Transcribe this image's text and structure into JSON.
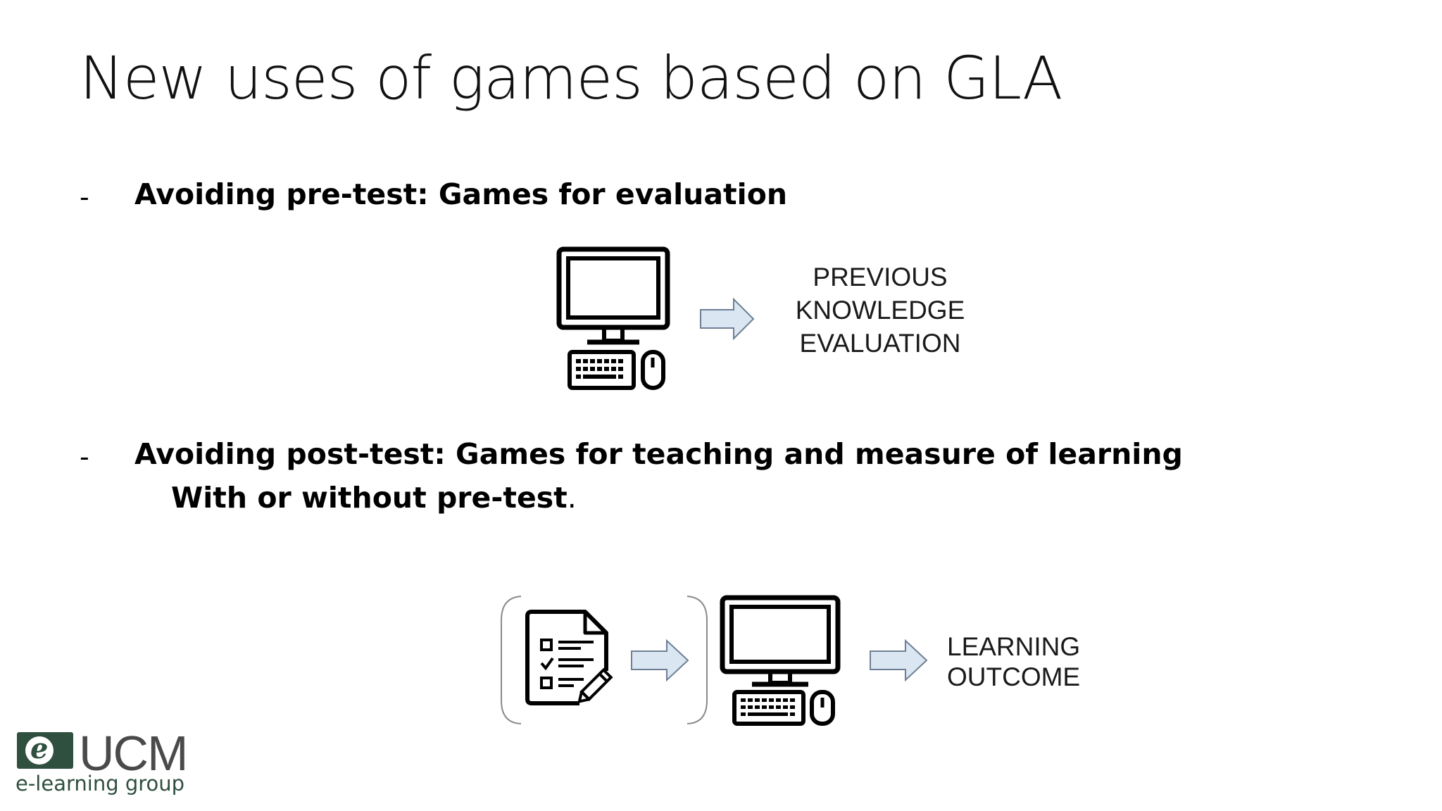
{
  "slide": {
    "title": "New uses of games based on GLA",
    "bullets": [
      {
        "dash": "-",
        "text": "Avoiding pre-test: Games for evaluation"
      },
      {
        "dash": "-",
        "text": "Avoiding post-test: Games for teaching and measure of learning",
        "subline": "With or without pre-test",
        "subline_suffix": "."
      }
    ]
  },
  "diagram_1": {
    "label_lines": [
      "PREVIOUS",
      "KNOWLEDGE",
      "EVALUATION"
    ],
    "icons": [
      "computer-icon",
      "arrow-right-icon"
    ]
  },
  "diagram_2": {
    "label_lines": [
      "LEARNING",
      "OUTCOME"
    ],
    "icons": [
      "checklist-document-icon",
      "arrow-right-icon",
      "computer-icon",
      "arrow-right-icon"
    ]
  },
  "logo": {
    "mark_letter": "e",
    "name": "UCM",
    "tagline": "e-learning group"
  },
  "colors": {
    "arrow_fill": "#dbe6f3",
    "arrow_stroke": "#6d7f94",
    "logo_green": "#2f4f3f",
    "logo_grey": "#4a4a4a"
  }
}
